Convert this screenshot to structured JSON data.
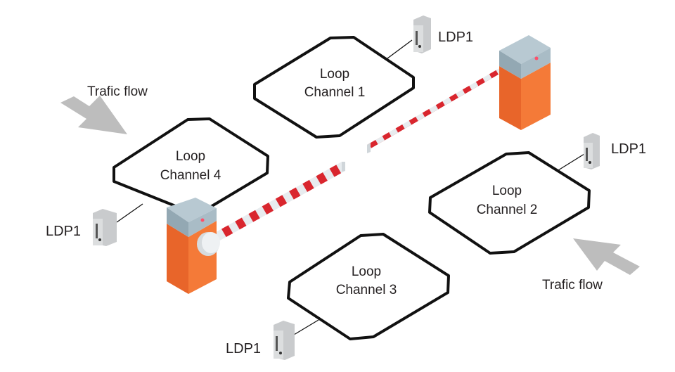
{
  "diagram": {
    "title": "Parking barrier loop detector layout",
    "colors": {
      "loop_outline": "#111111",
      "barrier_body": "#f47a38",
      "barrier_body_shade": "#e8652a",
      "barrier_top": "#a9bcc6",
      "boom_red": "#d9262e",
      "boom_white": "#e8ecef",
      "arrow": "#bdbdbd",
      "indicator": "#ff4f6a"
    },
    "loops": [
      {
        "id": "loop-1",
        "line1": "Loop",
        "line2": "Channel 1"
      },
      {
        "id": "loop-2",
        "line1": "Loop",
        "line2": "Channel 2"
      },
      {
        "id": "loop-3",
        "line1": "Loop",
        "line2": "Channel 3"
      },
      {
        "id": "loop-4",
        "line1": "Loop",
        "line2": "Channel 4"
      }
    ],
    "devices": [
      {
        "id": "device-1",
        "label": "LDP1",
        "connected_to": "loop-1"
      },
      {
        "id": "device-2",
        "label": "LDP1",
        "connected_to": "loop-2"
      },
      {
        "id": "device-3",
        "label": "LDP1",
        "connected_to": "loop-3"
      },
      {
        "id": "device-4",
        "label": "LDP1",
        "connected_to": "loop-4"
      }
    ],
    "traffic": [
      {
        "id": "flow-top-left",
        "label": "Trafic flow",
        "direction": "down-right"
      },
      {
        "id": "flow-bottom-right",
        "label": "Trafic flow",
        "direction": "up-left"
      }
    ],
    "barriers": [
      {
        "id": "barrier-entry",
        "state": "closed"
      },
      {
        "id": "barrier-exit",
        "state": "closed"
      }
    ]
  }
}
